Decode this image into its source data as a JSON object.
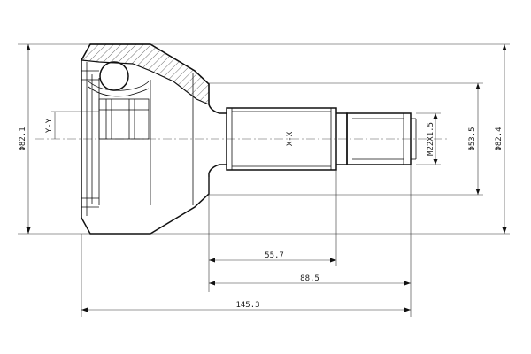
{
  "dimensions": {
    "outer_diameter": "Φ82.1",
    "section_y": "Y-Y",
    "section_x": "X-X",
    "thread": "M22X1.5",
    "seal_diameter": "Φ53.5",
    "flange_diameter": "Φ82.4",
    "len_short": "55.7",
    "len_mid": "88.5",
    "len_total": "145.3"
  }
}
